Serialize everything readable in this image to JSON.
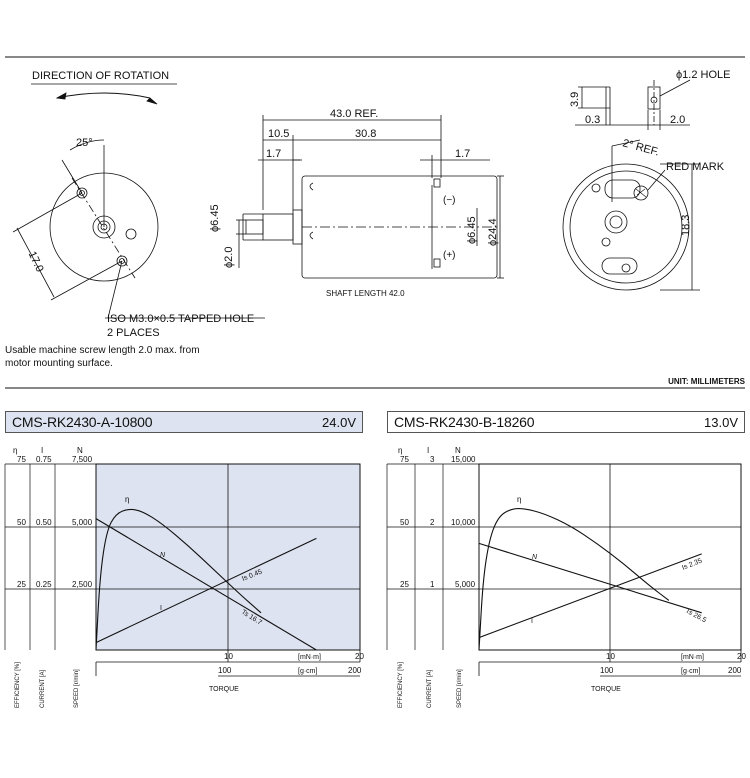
{
  "drawing": {
    "direction_label": "DIRECTION OF ROTATION",
    "dims": {
      "angle_25": "25°",
      "d17": "17.0",
      "ref_43": "43.0 REF.",
      "d10_5": "10.5",
      "d30_8": "30.8",
      "d1_7a": "1.7",
      "d1_7b": "1.7",
      "phi6_45_left": "ϕ6.45",
      "phi2_0": "ϕ2.0",
      "phi6_45_right": "ϕ6.45",
      "phi24_4": "ϕ24.4",
      "minus": "(−)",
      "plus": "(+)",
      "shaft_length": "SHAFT LENGTH  42.0",
      "d3_9": "3.9",
      "phi1_2_hole": "ϕ1.2 HOLE",
      "d0_3": "0.3",
      "d2_0": "2.0",
      "ref_2deg": "2° REF.",
      "red_mark": "RED MARK",
      "d18_3": "18.3"
    },
    "tapped_hole_line1": "ISO M3.0×0.5 TAPPED HOLE",
    "tapped_hole_line2": "2 PLACES",
    "usable_note_line1": "Usable machine screw length 2.0 max. from",
    "usable_note_line2": "motor mounting surface.",
    "unit_label": "UNIT: MILLIMETERS"
  },
  "charts": [
    {
      "model": "CMS-RK2430-A-10800",
      "voltage": "24.0V",
      "bg_color": "#dde3f0",
      "header_bg": "#dde3f0",
      "axis_symbols": [
        "η",
        "I",
        "N"
      ],
      "eff_ticks": [
        "75",
        "50",
        "25"
      ],
      "cur_ticks": [
        "0.75",
        "0.50",
        "0.25"
      ],
      "speed_ticks": [
        "7,500",
        "5,000",
        "2,500"
      ],
      "mnm_ticks": [
        "10",
        "20"
      ],
      "mnm_unit": "[mN·m]",
      "gcm_ticks": [
        "100",
        "200"
      ],
      "gcm_unit": "[g·cm]",
      "xlabel": "TORQUE",
      "ylabel_eff": "EFFICIENCY [%]",
      "ylabel_cur": "CURRENT [A]",
      "ylabel_speed": "SPEED [r/min]",
      "label_eta": "η",
      "label_N": "N",
      "label_I": "I",
      "label_Is": "Is 0.45",
      "label_Ts": "Ts 16.7",
      "chart_data": {
        "type": "line",
        "xlabel": "TORQUE",
        "x_unit": "mN·m",
        "xlim": [
          0,
          20
        ],
        "series": [
          {
            "name": "N",
            "unit": "r/min",
            "x": [
              0,
              16.7
            ],
            "y": [
              5300,
              0
            ]
          },
          {
            "name": "I",
            "unit": "A",
            "x": [
              0,
              16.7
            ],
            "y": [
              0.03,
              0.45
            ]
          },
          {
            "name": "η",
            "unit": "%",
            "x": [
              0,
              0.3,
              0.8,
              1.5,
              2.5,
              3.5,
              5,
              7,
              9,
              11,
              12.5
            ],
            "y": [
              0,
              30,
              48,
              55,
              57,
              56,
              51,
              42,
              32,
              22,
              15
            ]
          }
        ],
        "stall_current": "Is 0.45",
        "stall_torque": "Ts 16.7"
      }
    },
    {
      "model": "CMS-RK2430-B-18260",
      "voltage": "13.0V",
      "bg_color": "#ffffff",
      "header_bg": "#ffffff",
      "axis_symbols": [
        "η",
        "I",
        "N"
      ],
      "eff_ticks": [
        "75",
        "50",
        "25"
      ],
      "cur_ticks": [
        "3",
        "2",
        "1"
      ],
      "speed_ticks": [
        "15,000",
        "10,000",
        "5,000"
      ],
      "mnm_ticks": [
        "10",
        "20"
      ],
      "mnm_unit": "[mN·m]",
      "gcm_ticks": [
        "100",
        "200"
      ],
      "gcm_unit": "[g·cm]",
      "xlabel": "TORQUE",
      "ylabel_eff": "EFFICIENCY [%]",
      "ylabel_cur": "CURRENT [A]",
      "ylabel_speed": "SPEED [r/min]",
      "label_eta": "η",
      "label_N": "N",
      "label_I": "I",
      "label_Is": "Is 2.35",
      "label_Ts": "Ts 26.5",
      "chart_data": {
        "type": "line",
        "xlabel": "TORQUE",
        "x_unit": "mN·m",
        "xlim": [
          0,
          20
        ],
        "series": [
          {
            "name": "N",
            "unit": "r/min",
            "x": [
              0,
              17
            ],
            "y": [
              8600,
              3000
            ]
          },
          {
            "name": "I",
            "unit": "A",
            "x": [
              0,
              17
            ],
            "y": [
              0.2,
              1.55
            ]
          },
          {
            "name": "η",
            "unit": "%",
            "x": [
              0,
              0.3,
              0.8,
              1.5,
              2.5,
              3.5,
              5,
              7,
              9,
              11,
              13,
              14.5
            ],
            "y": [
              0,
              28,
              45,
              54,
              57,
              57,
              55,
              50,
              43,
              35,
              26,
              20
            ]
          }
        ],
        "stall_current": "Is 2.35",
        "stall_torque": "Ts 26.5"
      }
    }
  ]
}
